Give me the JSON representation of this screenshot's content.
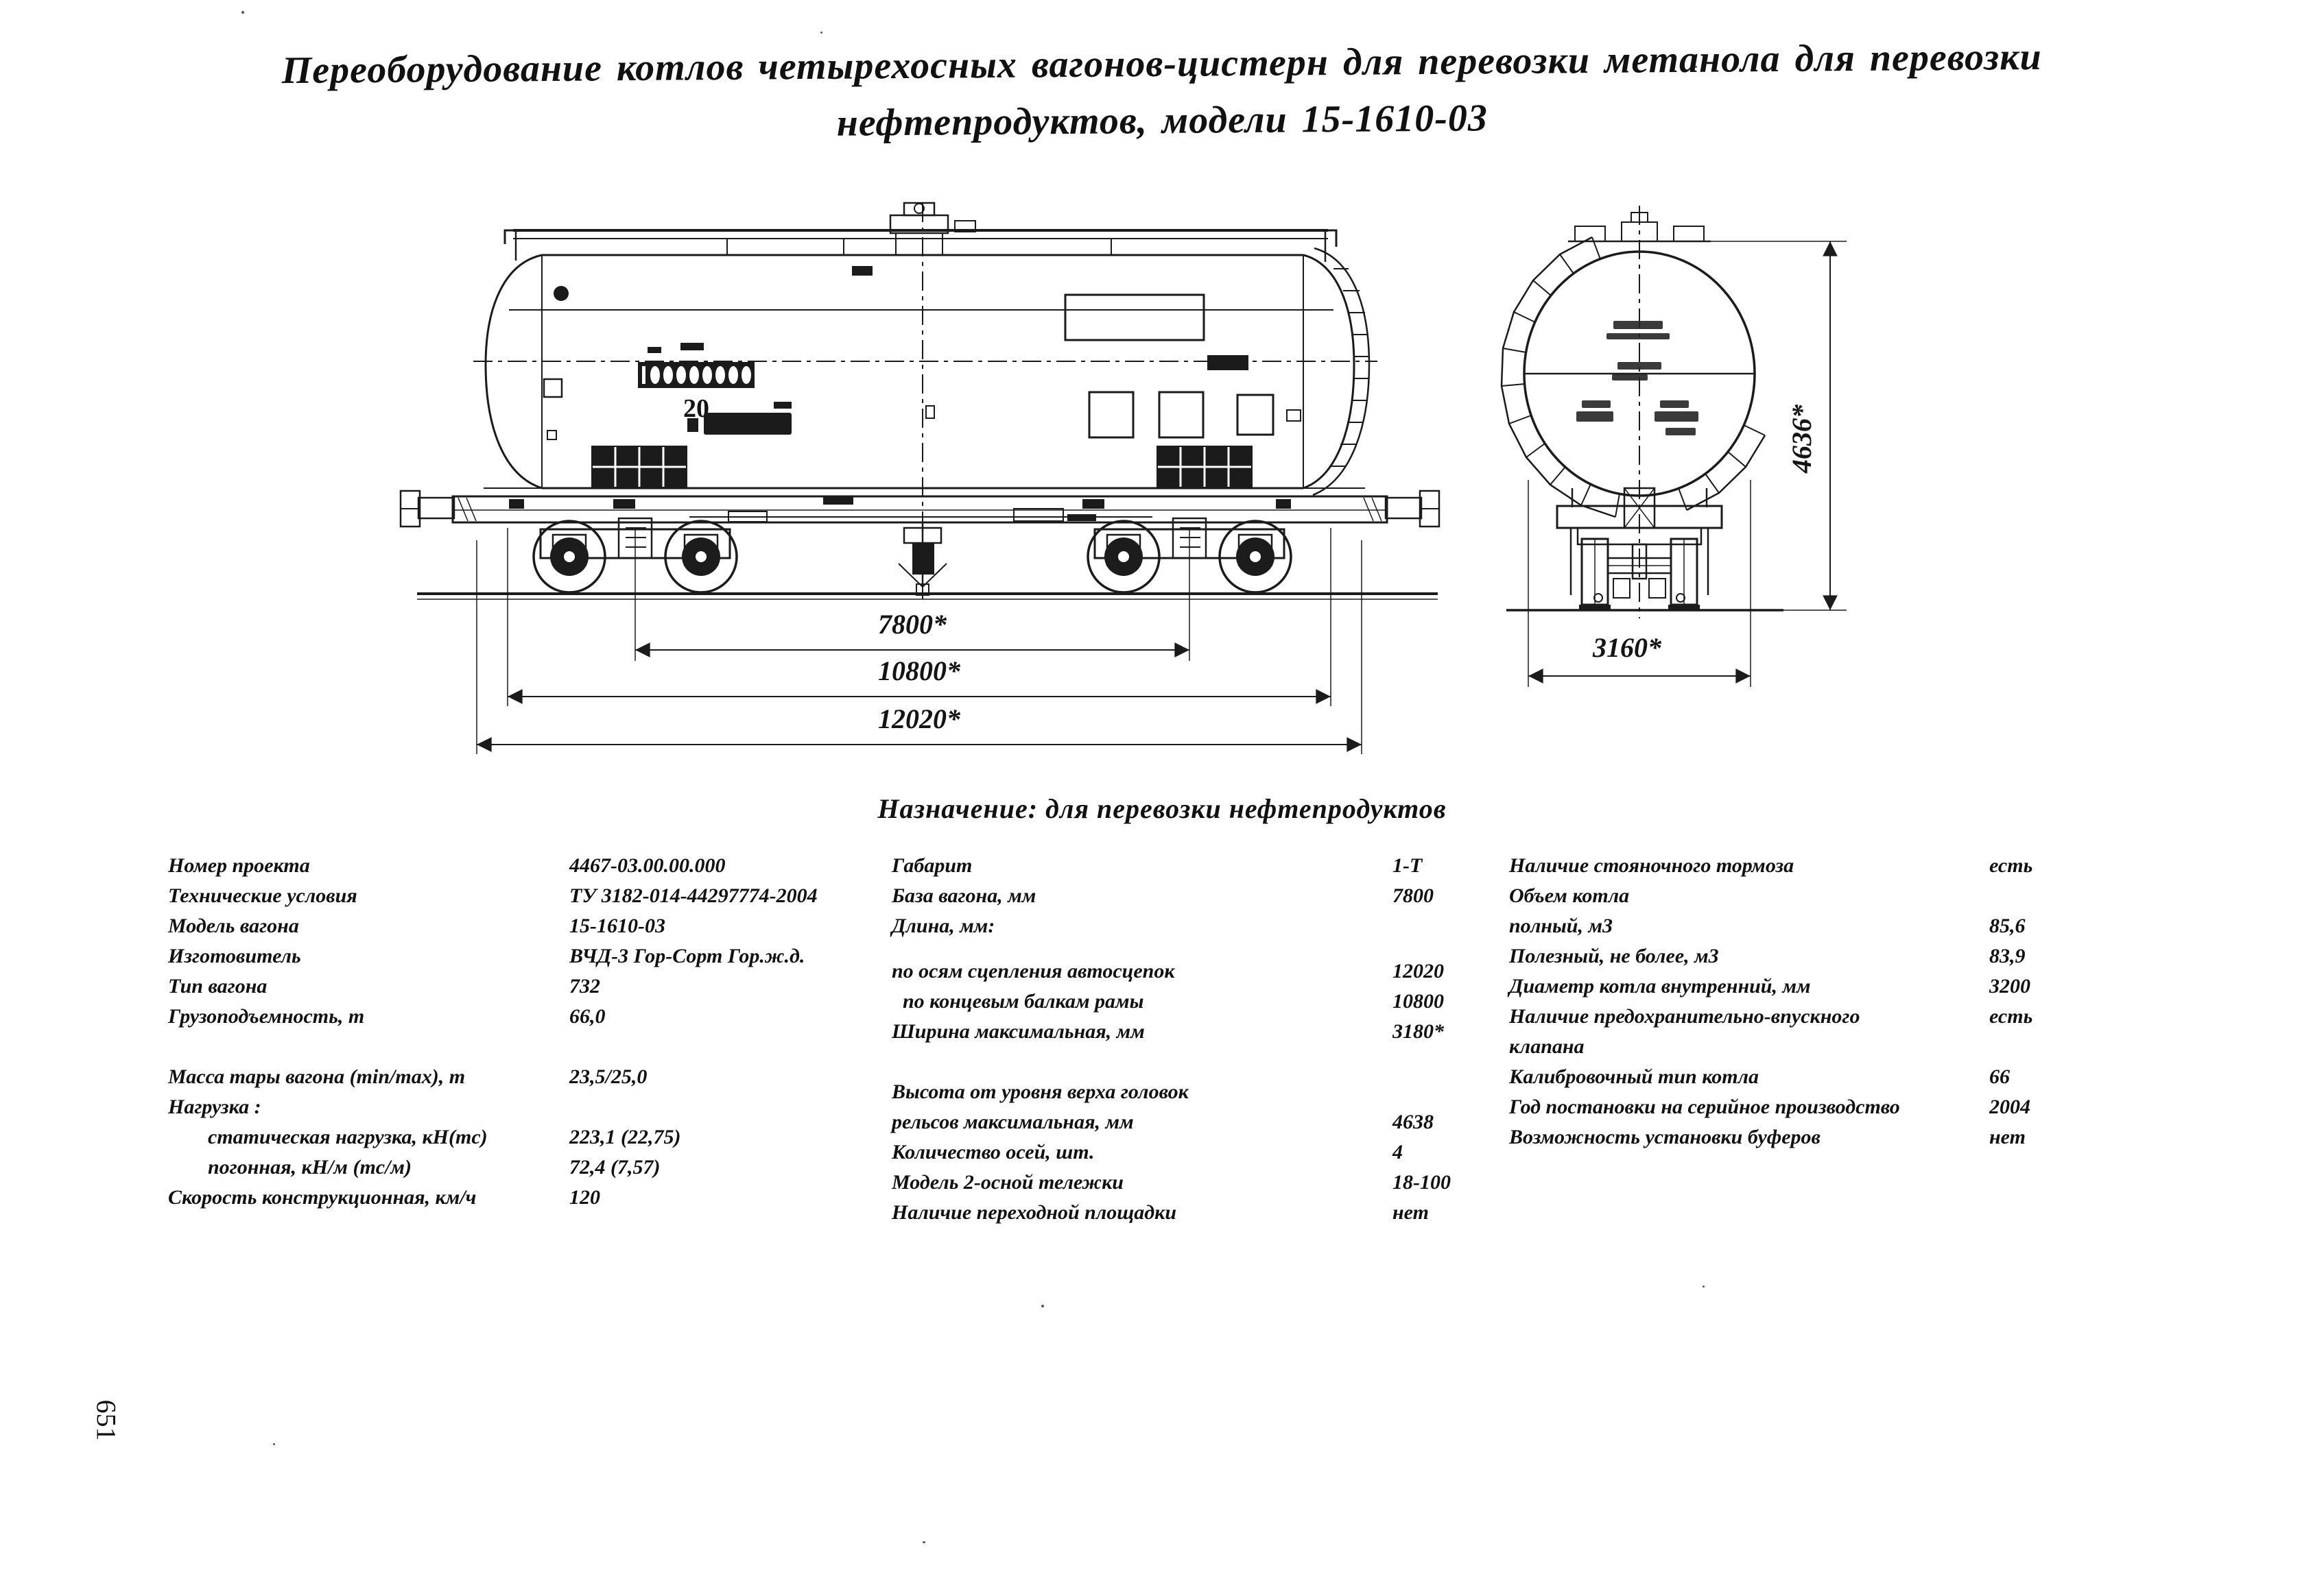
{
  "header": {
    "title_line1": "Переоборудование котлов четырехосных вагонов-цистерн для перевозки метанола для перевозки",
    "title_line2": "нефтепродуктов, модели 15-1610-03"
  },
  "purpose": "Назначение: для перевозки нефтепродуктов",
  "page_number": "651",
  "drawing": {
    "side_view": {
      "stencil_number": "20",
      "dim_base": "7800*",
      "dim_frame_length": "10800*",
      "dim_coupler_length": "12020*"
    },
    "end_view": {
      "dim_height": "4636*",
      "dim_width": "3160*"
    }
  },
  "specs": {
    "col1": [
      {
        "label": "Номер проекта",
        "value": "4467-03.00.00.000"
      },
      {
        "label": "Технические условия",
        "value": "ТУ 3182-014-44297774-2004"
      },
      {
        "label": "Модель вагона",
        "value": "15-1610-03"
      },
      {
        "label": "Изготовитель",
        "value": "ВЧД-3 Гор-Сорт Гор.ж.д."
      },
      {
        "label": "Тип вагона",
        "value": "732"
      },
      {
        "label": "Грузоподъемность, т",
        "value": "66,0"
      },
      {
        "label": "Масса тары вагона (min/max), т",
        "value": "23,5/25,0"
      },
      {
        "label": "Нагрузка :",
        "value": ""
      },
      {
        "label": "статическая нагрузка, кН(тс)",
        "value": "223,1 (22,75)"
      },
      {
        "label": "погонная, кН/м (тс/м)",
        "value": "72,4 (7,57)"
      },
      {
        "label": "Скорость конструкционная, км/ч",
        "value": "120"
      }
    ],
    "col2": [
      {
        "label": "Габарит",
        "value": "1-Т"
      },
      {
        "label": "База вагона, мм",
        "value": "7800"
      },
      {
        "label": "Длина, мм:",
        "value": ""
      },
      {
        "label": "по осям сцепления автосцепок",
        "value": "12020"
      },
      {
        "label": "по концевым балкам рамы",
        "value": "10800"
      },
      {
        "label": "Ширина максимальная, мм",
        "value": "3180*"
      },
      {
        "label": "Высота от уровня верха головок",
        "value": ""
      },
      {
        "label": "рельсов максимальная, мм",
        "value": "4638"
      },
      {
        "label": "Количество осей, шт.",
        "value": "4"
      },
      {
        "label": "Модель 2-осной тележки",
        "value": "18-100"
      },
      {
        "label": "Наличие переходной площадки",
        "value": "нет"
      }
    ],
    "col3": [
      {
        "label": "Наличие стояночного тормоза",
        "value": "есть"
      },
      {
        "label": "Объем котла",
        "value": ""
      },
      {
        "label": "полный, м3",
        "value": "85,6"
      },
      {
        "label": "Полезный, не более, м3",
        "value": "83,9"
      },
      {
        "label": "Диаметр котла внутренний, мм",
        "value": "3200"
      },
      {
        "label": "Наличие предохранительно-впускного",
        "value": "есть"
      },
      {
        "label": "клапана",
        "value": ""
      },
      {
        "label": "Калибровочный тип котла",
        "value": "66"
      },
      {
        "label": "Год постановки на серийное производство",
        "value": "2004"
      },
      {
        "label": "Возможность установки буферов",
        "value": "нет"
      }
    ]
  }
}
